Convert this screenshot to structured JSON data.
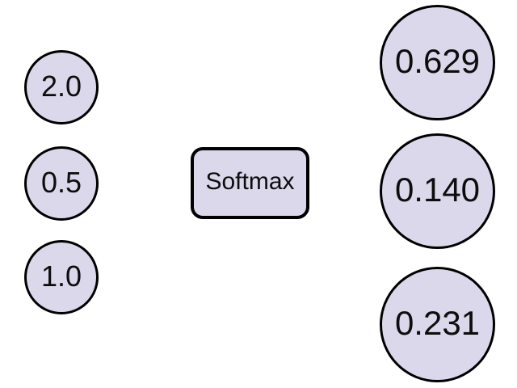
{
  "diagram": {
    "title": "softmax-function-diagram",
    "function_label": "Softmax",
    "inputs": [
      {
        "value": "2.0"
      },
      {
        "value": "0.5"
      },
      {
        "value": "1.0"
      }
    ],
    "outputs": [
      {
        "value": "0.629"
      },
      {
        "value": "0.140"
      },
      {
        "value": "0.231"
      }
    ],
    "colors": {
      "node_fill": "#dad8ea",
      "node_stroke": "#000000",
      "node_text": "#0d0d0d",
      "background": "#ffffff"
    }
  }
}
